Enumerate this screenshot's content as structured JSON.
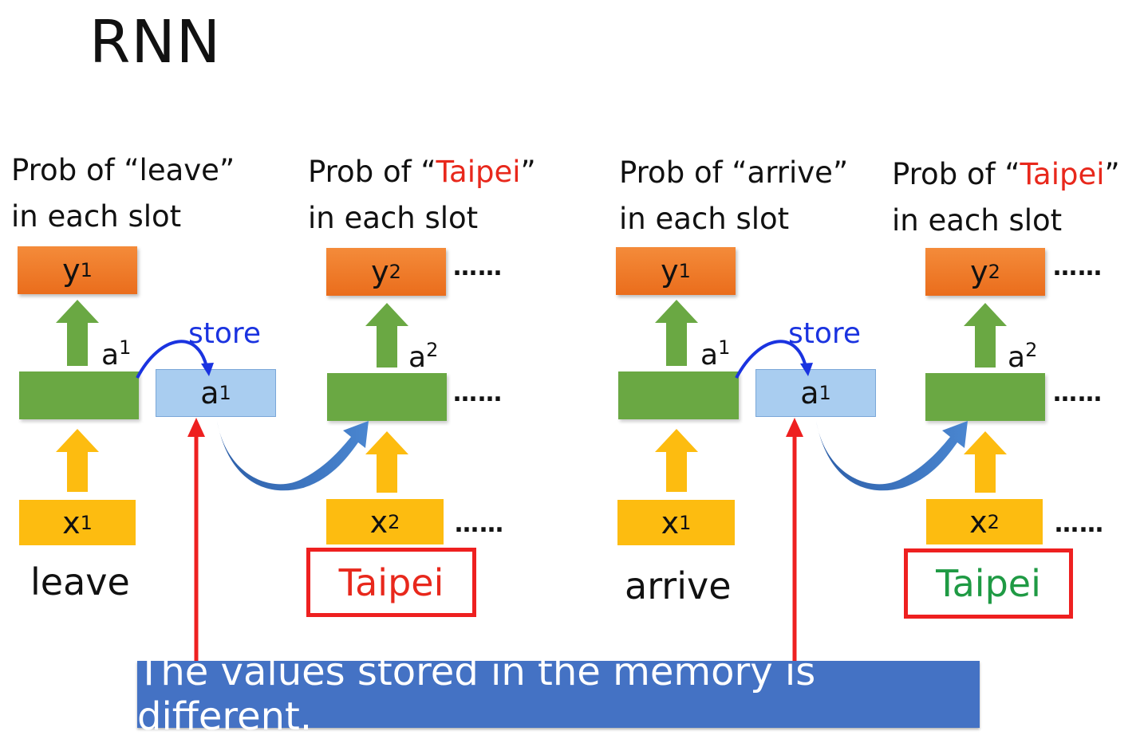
{
  "title": "RNN",
  "panels": [
    {
      "captions": [
        {
          "line1_pre": "Prob of “",
          "line1_word": "leave",
          "line1_post": "”",
          "line2": "in each slot"
        },
        {
          "line1_pre": "Prob of “",
          "line1_word": "Taipei",
          "line1_post": "”",
          "line2": "in each slot"
        }
      ],
      "outputs": [
        {
          "base": "y",
          "sup": "1"
        },
        {
          "base": "y",
          "sup": "2"
        }
      ],
      "hidden_labels": [
        {
          "base": "a",
          "sup": "1"
        },
        {
          "base": "a",
          "sup": "2"
        }
      ],
      "memory": {
        "base": "a",
        "sup": "1"
      },
      "store_label": "store",
      "inputs": [
        {
          "base": "x",
          "sup": "1"
        },
        {
          "base": "x",
          "sup": "2"
        }
      ],
      "words": [
        "leave",
        "Taipei"
      ],
      "dots": "……"
    },
    {
      "captions": [
        {
          "line1_pre": "Prob of “",
          "line1_word": "arrive",
          "line1_post": "”",
          "line2": "in each slot"
        },
        {
          "line1_pre": "Prob of “",
          "line1_word": "Taipei",
          "line1_post": "”",
          "line2": "in each slot"
        }
      ],
      "outputs": [
        {
          "base": "y",
          "sup": "1"
        },
        {
          "base": "y",
          "sup": "2"
        }
      ],
      "hidden_labels": [
        {
          "base": "a",
          "sup": "1"
        },
        {
          "base": "a",
          "sup": "2"
        }
      ],
      "memory": {
        "base": "a",
        "sup": "1"
      },
      "store_label": "store",
      "inputs": [
        {
          "base": "x",
          "sup": "1"
        },
        {
          "base": "x",
          "sup": "2"
        }
      ],
      "words": [
        "arrive",
        "Taipei"
      ],
      "dots": "……"
    }
  ],
  "banner": "The values stored in the memory is different.",
  "colors": {
    "output": "#ed7d31",
    "hidden": "#6aa843",
    "input": "#fdbc10",
    "memory": "#a9cdf0",
    "highlight_red": "#e8281c",
    "taipei_green": "#1f9a44",
    "banner": "#4472c4",
    "store_blue": "#1a33e0"
  },
  "icons": [
    "up-arrow-icon",
    "store-arrow-icon",
    "recurrent-arrow-icon",
    "red-pointer-arrow-icon"
  ]
}
